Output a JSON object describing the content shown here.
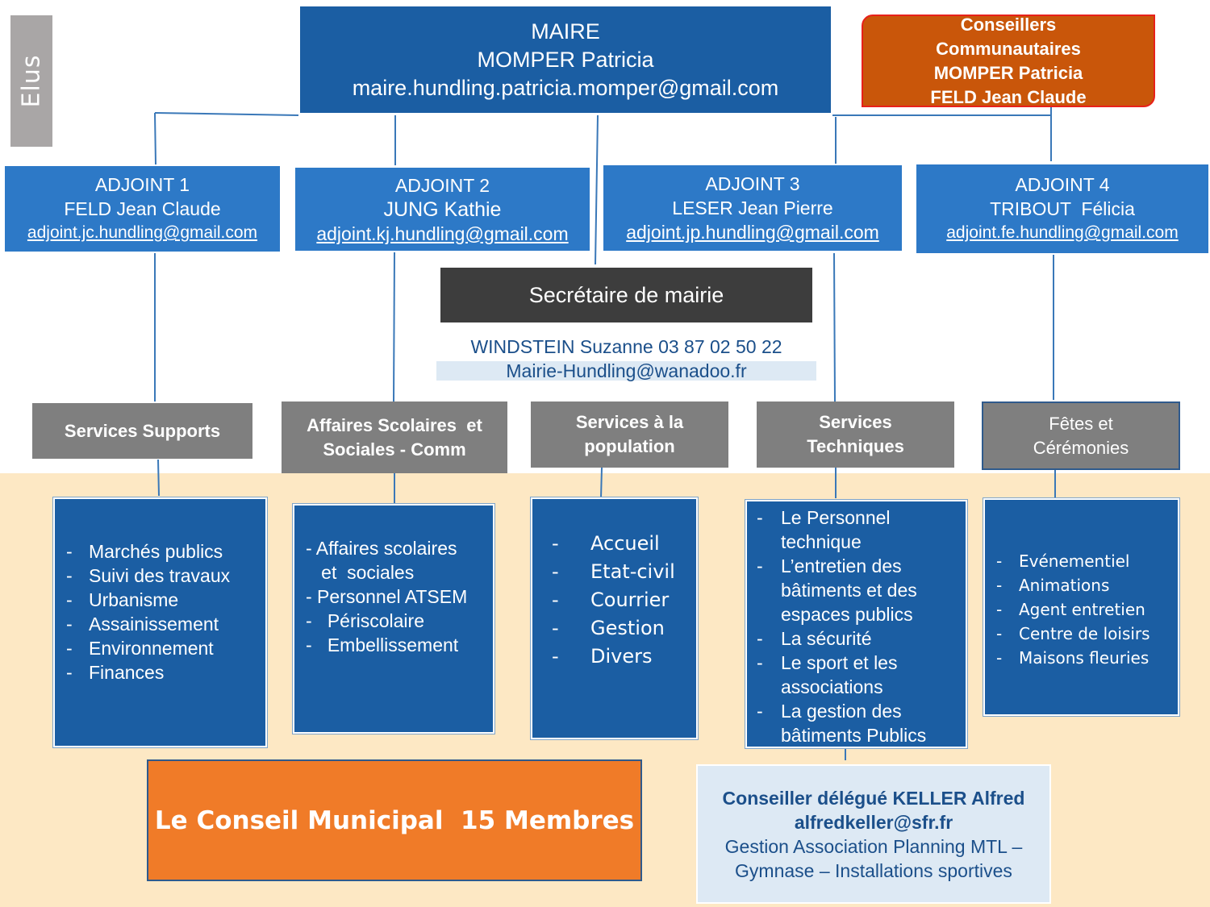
{
  "elus_label": "Elus",
  "maire": {
    "title": "MAIRE",
    "name": "MOMPER Patricia",
    "email": "maire.hundling.patricia.momper@gmail.com"
  },
  "conseillers_communautaires": {
    "line1": "Conseillers",
    "line2": "Communautaires",
    "line3": "MOMPER Patricia",
    "line4": "FELD Jean Claude"
  },
  "adjoints": [
    {
      "title": "ADJOINT 1",
      "name": "FELD Jean Claude",
      "email": "adjoint.jc.hundling@gmail.com"
    },
    {
      "title": "ADJOINT 2",
      "name": "JUNG Kathie",
      "email": "adjoint.kj.hundling@gmail.com"
    },
    {
      "title": "ADJOINT 3",
      "name": "LESER Jean Pierre",
      "email": "adjoint.jp.hundling@gmail.com"
    },
    {
      "title": "ADJOINT 4",
      "name": "TRIBOUT  Félicia",
      "email": "adjoint.fe.hundling@gmail.com"
    }
  ],
  "secretaire": {
    "title": "Secrétaire de mairie",
    "name_phone": "WINDSTEIN Suzanne 03 87 02 50 22",
    "email": "Mairie-Hundling@wanadoo.fr"
  },
  "services": [
    {
      "line1": "Services Supports",
      "line2": ""
    },
    {
      "line1": "Affaires Scolaires  et",
      "line2": "Sociales - Comm"
    },
    {
      "line1": "Services à la",
      "line2": "population"
    },
    {
      "line1": "Services",
      "line2": "Techniques"
    },
    {
      "line1": "Fêtes et",
      "line2": "Cérémonies"
    }
  ],
  "lists": {
    "supports": [
      "Marchés publics",
      "Suivi des travaux",
      "Urbanisme",
      "Assainissement",
      "Environnement",
      "Finances"
    ],
    "scolaires": [
      "- Affaires scolaires",
      "   et  sociales",
      "- Personnel ATSEM",
      "-   Périscolaire",
      "-   Embellissement"
    ],
    "population": [
      "Accueil",
      "Etat-civil",
      "Courrier",
      "Gestion",
      "Divers"
    ],
    "techniques": [
      {
        "dash": "-",
        "text": "Le Personnel"
      },
      {
        "dash": "",
        "text": "technique"
      },
      {
        "dash": "-",
        "text": "L’entretien des"
      },
      {
        "dash": "",
        "text": "bâtiments et des"
      },
      {
        "dash": "",
        "text": "espaces publics"
      },
      {
        "dash": "-",
        "text": "La sécurité"
      },
      {
        "dash": "-",
        "text": "Le sport et les"
      },
      {
        "dash": "",
        "text": "associations"
      },
      {
        "dash": "-",
        "text": "La gestion des"
      },
      {
        "dash": "",
        "text": "bâtiments Publics"
      }
    ],
    "fetes": [
      "Evénementiel",
      "Animations",
      "Agent entretien",
      "Centre de loisirs",
      "Maisons fleuries"
    ]
  },
  "conseil_municipal": "Le Conseil Municipal  15 Membres",
  "conseiller_delegue": {
    "line1": "Conseiller délégué KELLER Alfred",
    "line2": "alfredkeller@sfr.fr",
    "line3": "Gestion Association Planning MTL –",
    "line4": "Gymnase – Installations sportives"
  },
  "colors": {
    "dark_blue": "#1b5ea3",
    "mid_blue": "#2d79c7",
    "grey": "#7f7f7f",
    "orange": "#f07b28",
    "burnt_orange": "#c9560a",
    "band": "#fde8c4"
  }
}
